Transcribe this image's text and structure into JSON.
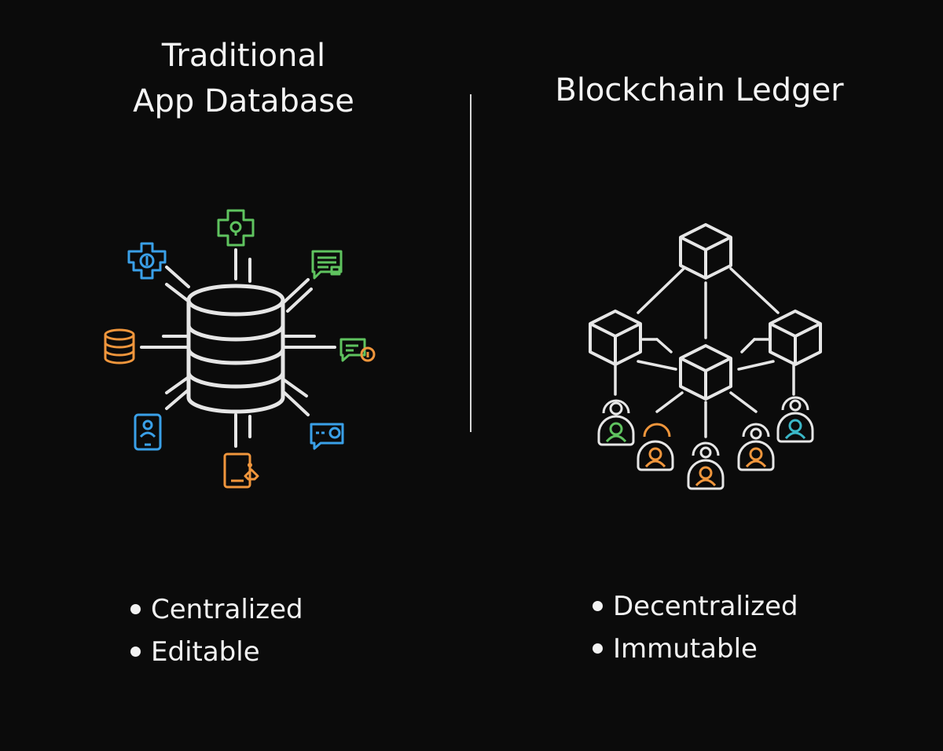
{
  "left": {
    "title_line1": "Traditional",
    "title_line2": "App Database",
    "bullets": [
      "Centralized",
      "Editable"
    ]
  },
  "right": {
    "title": "Blockchain Ledger",
    "bullets": [
      "Decentralized",
      "Immutable"
    ]
  },
  "colors": {
    "background": "#0b0b0b",
    "line": "#e6e6e6",
    "green": "#5fc35f",
    "blue": "#3aa0e8",
    "orange": "#f0963c",
    "teal": "#3ab8c8"
  },
  "icons": {
    "center": "database-icon",
    "satellites": [
      "medical-cross-icon",
      "chat-document-icon",
      "message-info-icon",
      "message-camera-icon",
      "tablet-icon",
      "mobile-user-icon",
      "database-icon",
      "gear-dollar-icon"
    ],
    "ledger_nodes": "cube-icon",
    "ledger_users": "user-icon"
  }
}
